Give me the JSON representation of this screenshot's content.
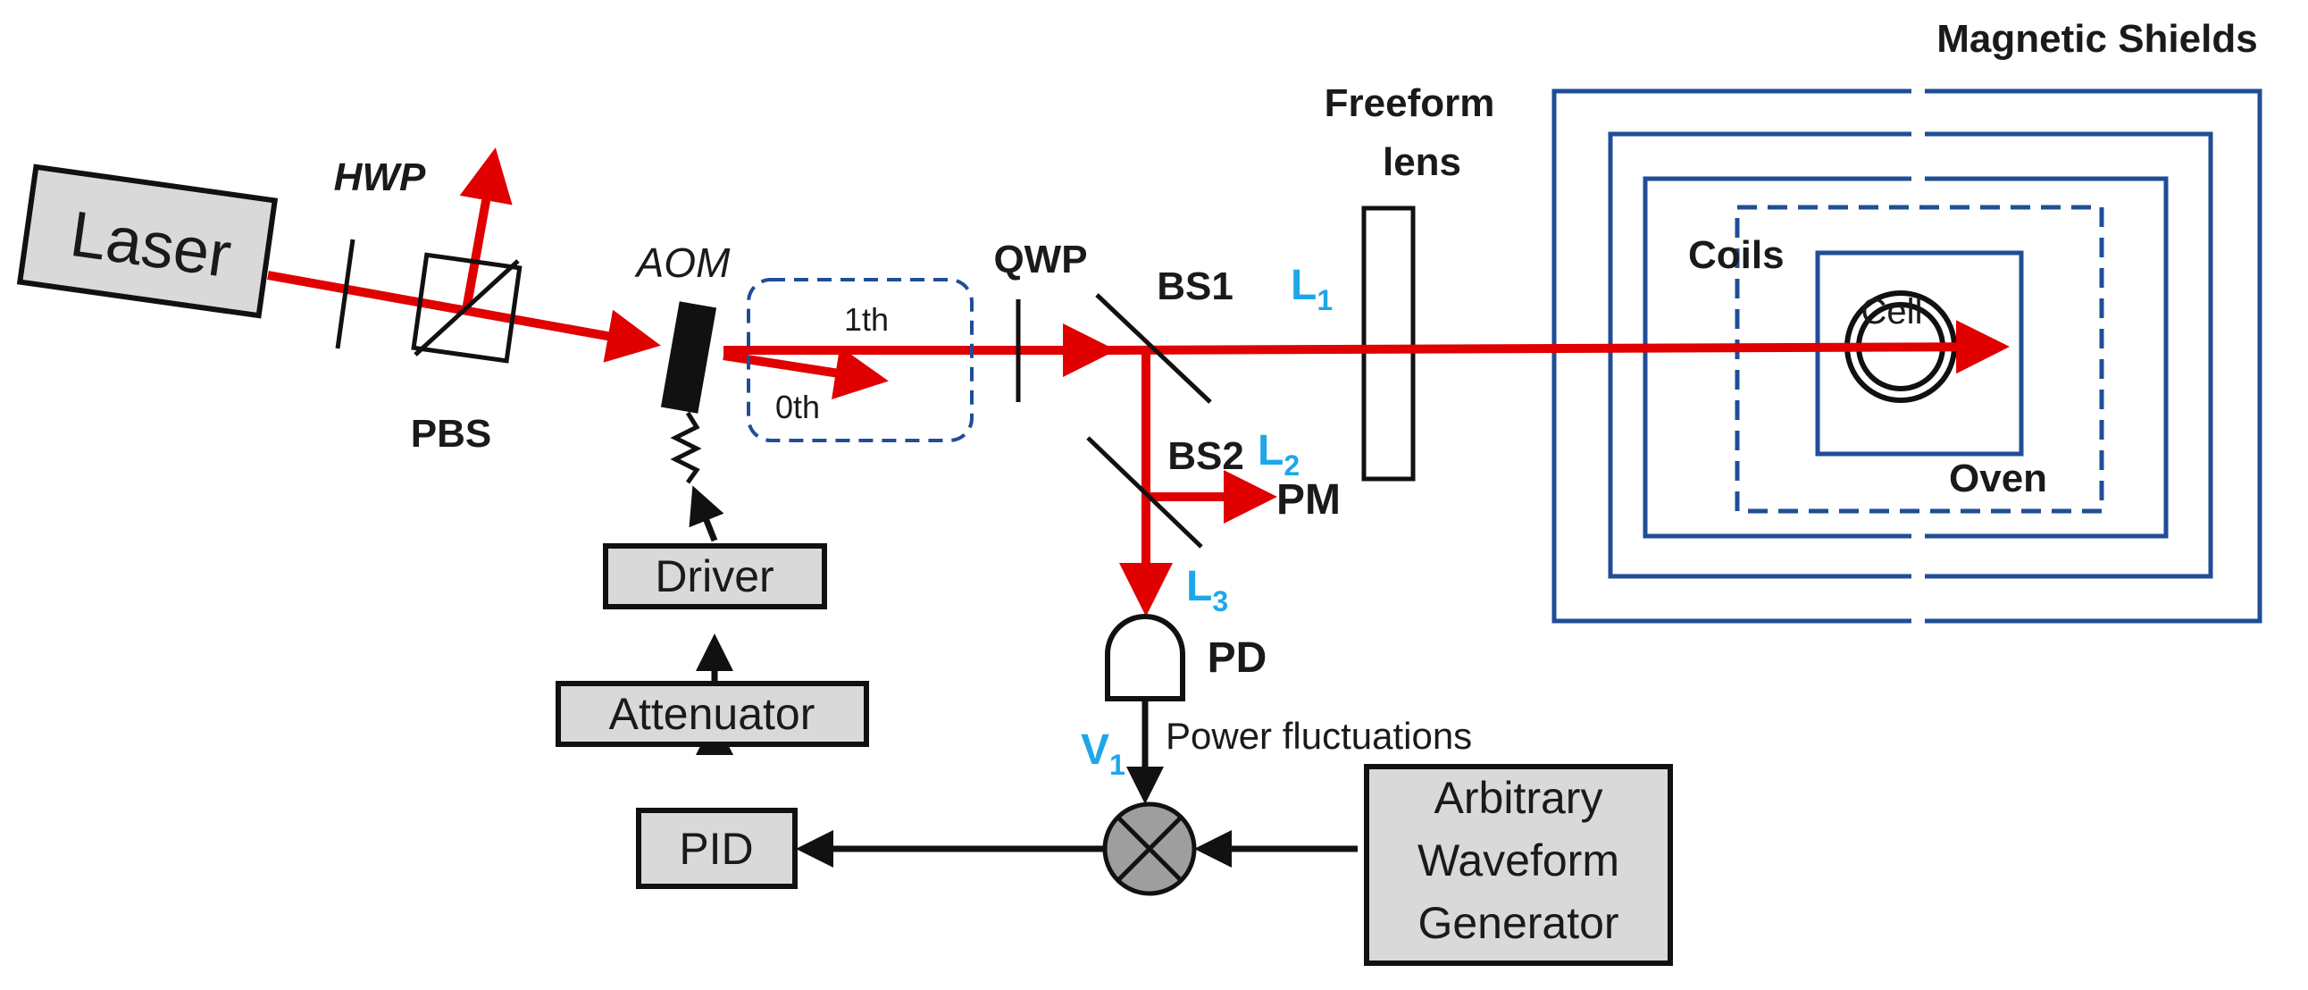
{
  "labels": {
    "laser": "Laser",
    "hwp": "HWP",
    "pbs": "PBS",
    "aom": "AOM",
    "first_order": "1th",
    "zero_order": "0th",
    "qwp": "QWP",
    "bs1": "BS1",
    "bs2": "BS2",
    "l1": "L",
    "l1_sub": "1",
    "l2": "L",
    "l2_sub": "2",
    "l3": "L",
    "l3_sub": "3",
    "v1": "V",
    "v1_sub": "1",
    "pm": "PM",
    "pd": "PD",
    "freeform_line1": "Freeform",
    "freeform_line2": "lens",
    "magnetic_shields": "Magnetic Shields",
    "coils": "Coils",
    "cell": "Cell",
    "oven": "Oven",
    "driver": "Driver",
    "attenuator": "Attenuator",
    "pid": "PID",
    "power_fluctuations": "Power fluctuations",
    "awg_line1": "Arbitrary",
    "awg_line2": "Waveform",
    "awg_line3": "Generator"
  },
  "colors": {
    "beam": "#e00000",
    "shield": "#1f4e96",
    "subscript_labels": "#1ea7e8",
    "box_fill": "#d9d9d9"
  }
}
